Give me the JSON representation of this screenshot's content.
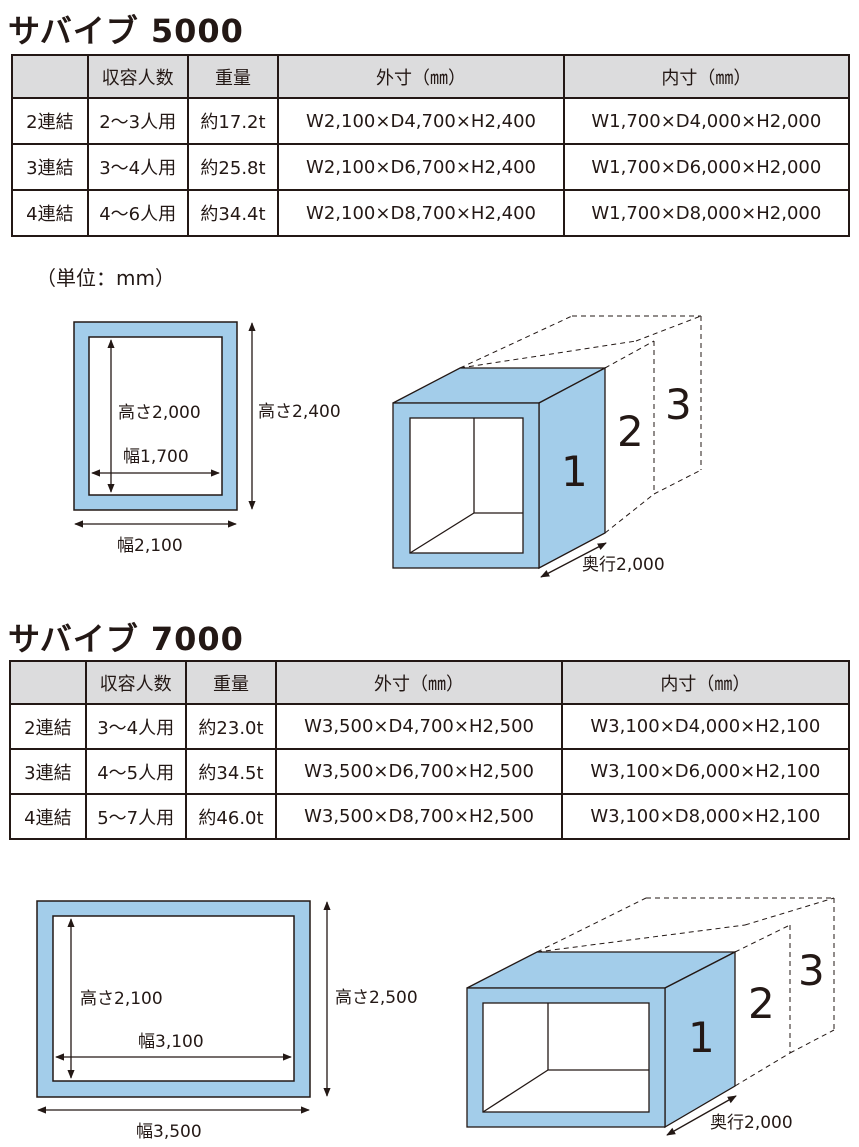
{
  "sections": [
    {
      "title": "サバイブ 5000",
      "table": {
        "headers": [
          "",
          "収容人数",
          "重量",
          "外寸（㎜）",
          "内寸（㎜）"
        ],
        "rows": [
          [
            "2連結",
            "2〜3人用",
            "約17.2t",
            "W2,100×D4,700×H2,400",
            "W1,700×D4,000×H2,000"
          ],
          [
            "3連結",
            "3〜4人用",
            "約25.8t",
            "W2,100×D6,700×H2,400",
            "W1,700×D6,000×H2,000"
          ],
          [
            "4連結",
            "4〜6人用",
            "約34.4t",
            "W2,100×D8,700×H2,400",
            "W1,700×D8,000×H2,000"
          ]
        ]
      },
      "unit_note": "（単位：mm）",
      "front_view": {
        "inner_height": "高さ2,000",
        "inner_width": "幅1,700",
        "outer_height": "高さ2,400",
        "outer_width": "幅2,100"
      },
      "iso_view": {
        "modules": [
          "1",
          "2",
          "3"
        ],
        "depth": "奥行2,000"
      }
    },
    {
      "title": "サバイブ 7000",
      "table": {
        "headers": [
          "",
          "収容人数",
          "重量",
          "外寸（㎜）",
          "内寸（㎜）"
        ],
        "rows": [
          [
            "2連結",
            "3〜4人用",
            "約23.0t",
            "W3,500×D4,700×H2,500",
            "W3,100×D4,000×H2,100"
          ],
          [
            "3連結",
            "4〜5人用",
            "約34.5t",
            "W3,500×D6,700×H2,500",
            "W3,100×D6,000×H2,100"
          ],
          [
            "4連結",
            "5〜7人用",
            "約46.0t",
            "W3,500×D8,700×H2,500",
            "W3,100×D8,000×H2,100"
          ]
        ]
      },
      "front_view": {
        "inner_height": "高さ2,100",
        "inner_width": "幅3,100",
        "outer_height": "高さ2,500",
        "outer_width": "幅3,500"
      },
      "iso_view": {
        "modules": [
          "1",
          "2",
          "3"
        ],
        "depth": "奥行2,000"
      }
    }
  ],
  "colors": {
    "box_fill": "#a3cdea",
    "header_fill": "#dcdcdd",
    "line": "#231815"
  }
}
